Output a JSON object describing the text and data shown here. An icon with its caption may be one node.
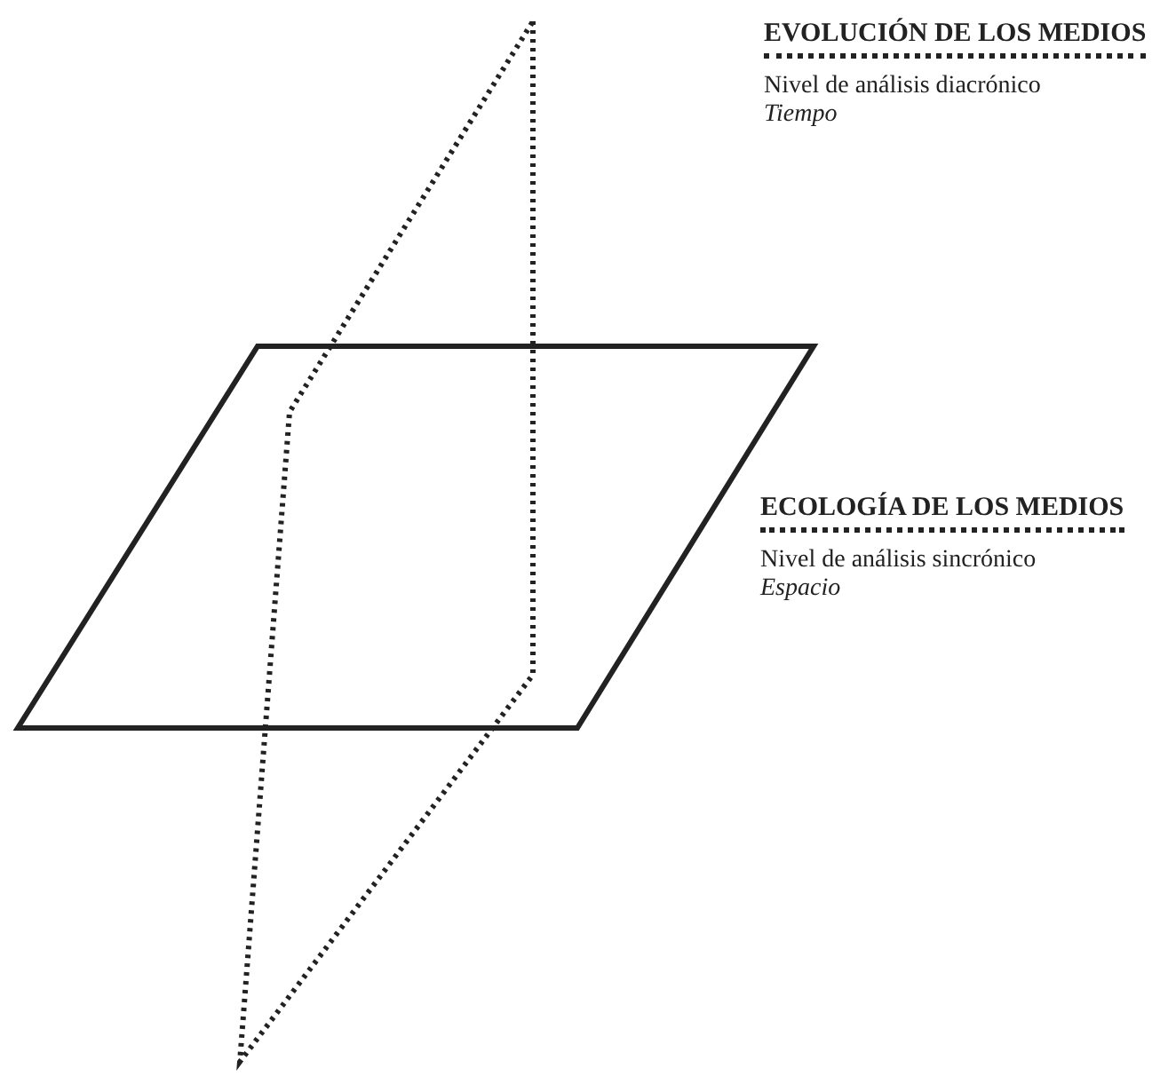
{
  "diagram": {
    "labels": [
      "EVOLUCIÓN DE LOS MEDIOS",
      "Nivel de análisis diacrónico",
      "Tiempo",
      "ECOLOGÍA DE LOS MEDIOS",
      "Nivel de análisis sincrónico",
      "Espacio"
    ]
  }
}
